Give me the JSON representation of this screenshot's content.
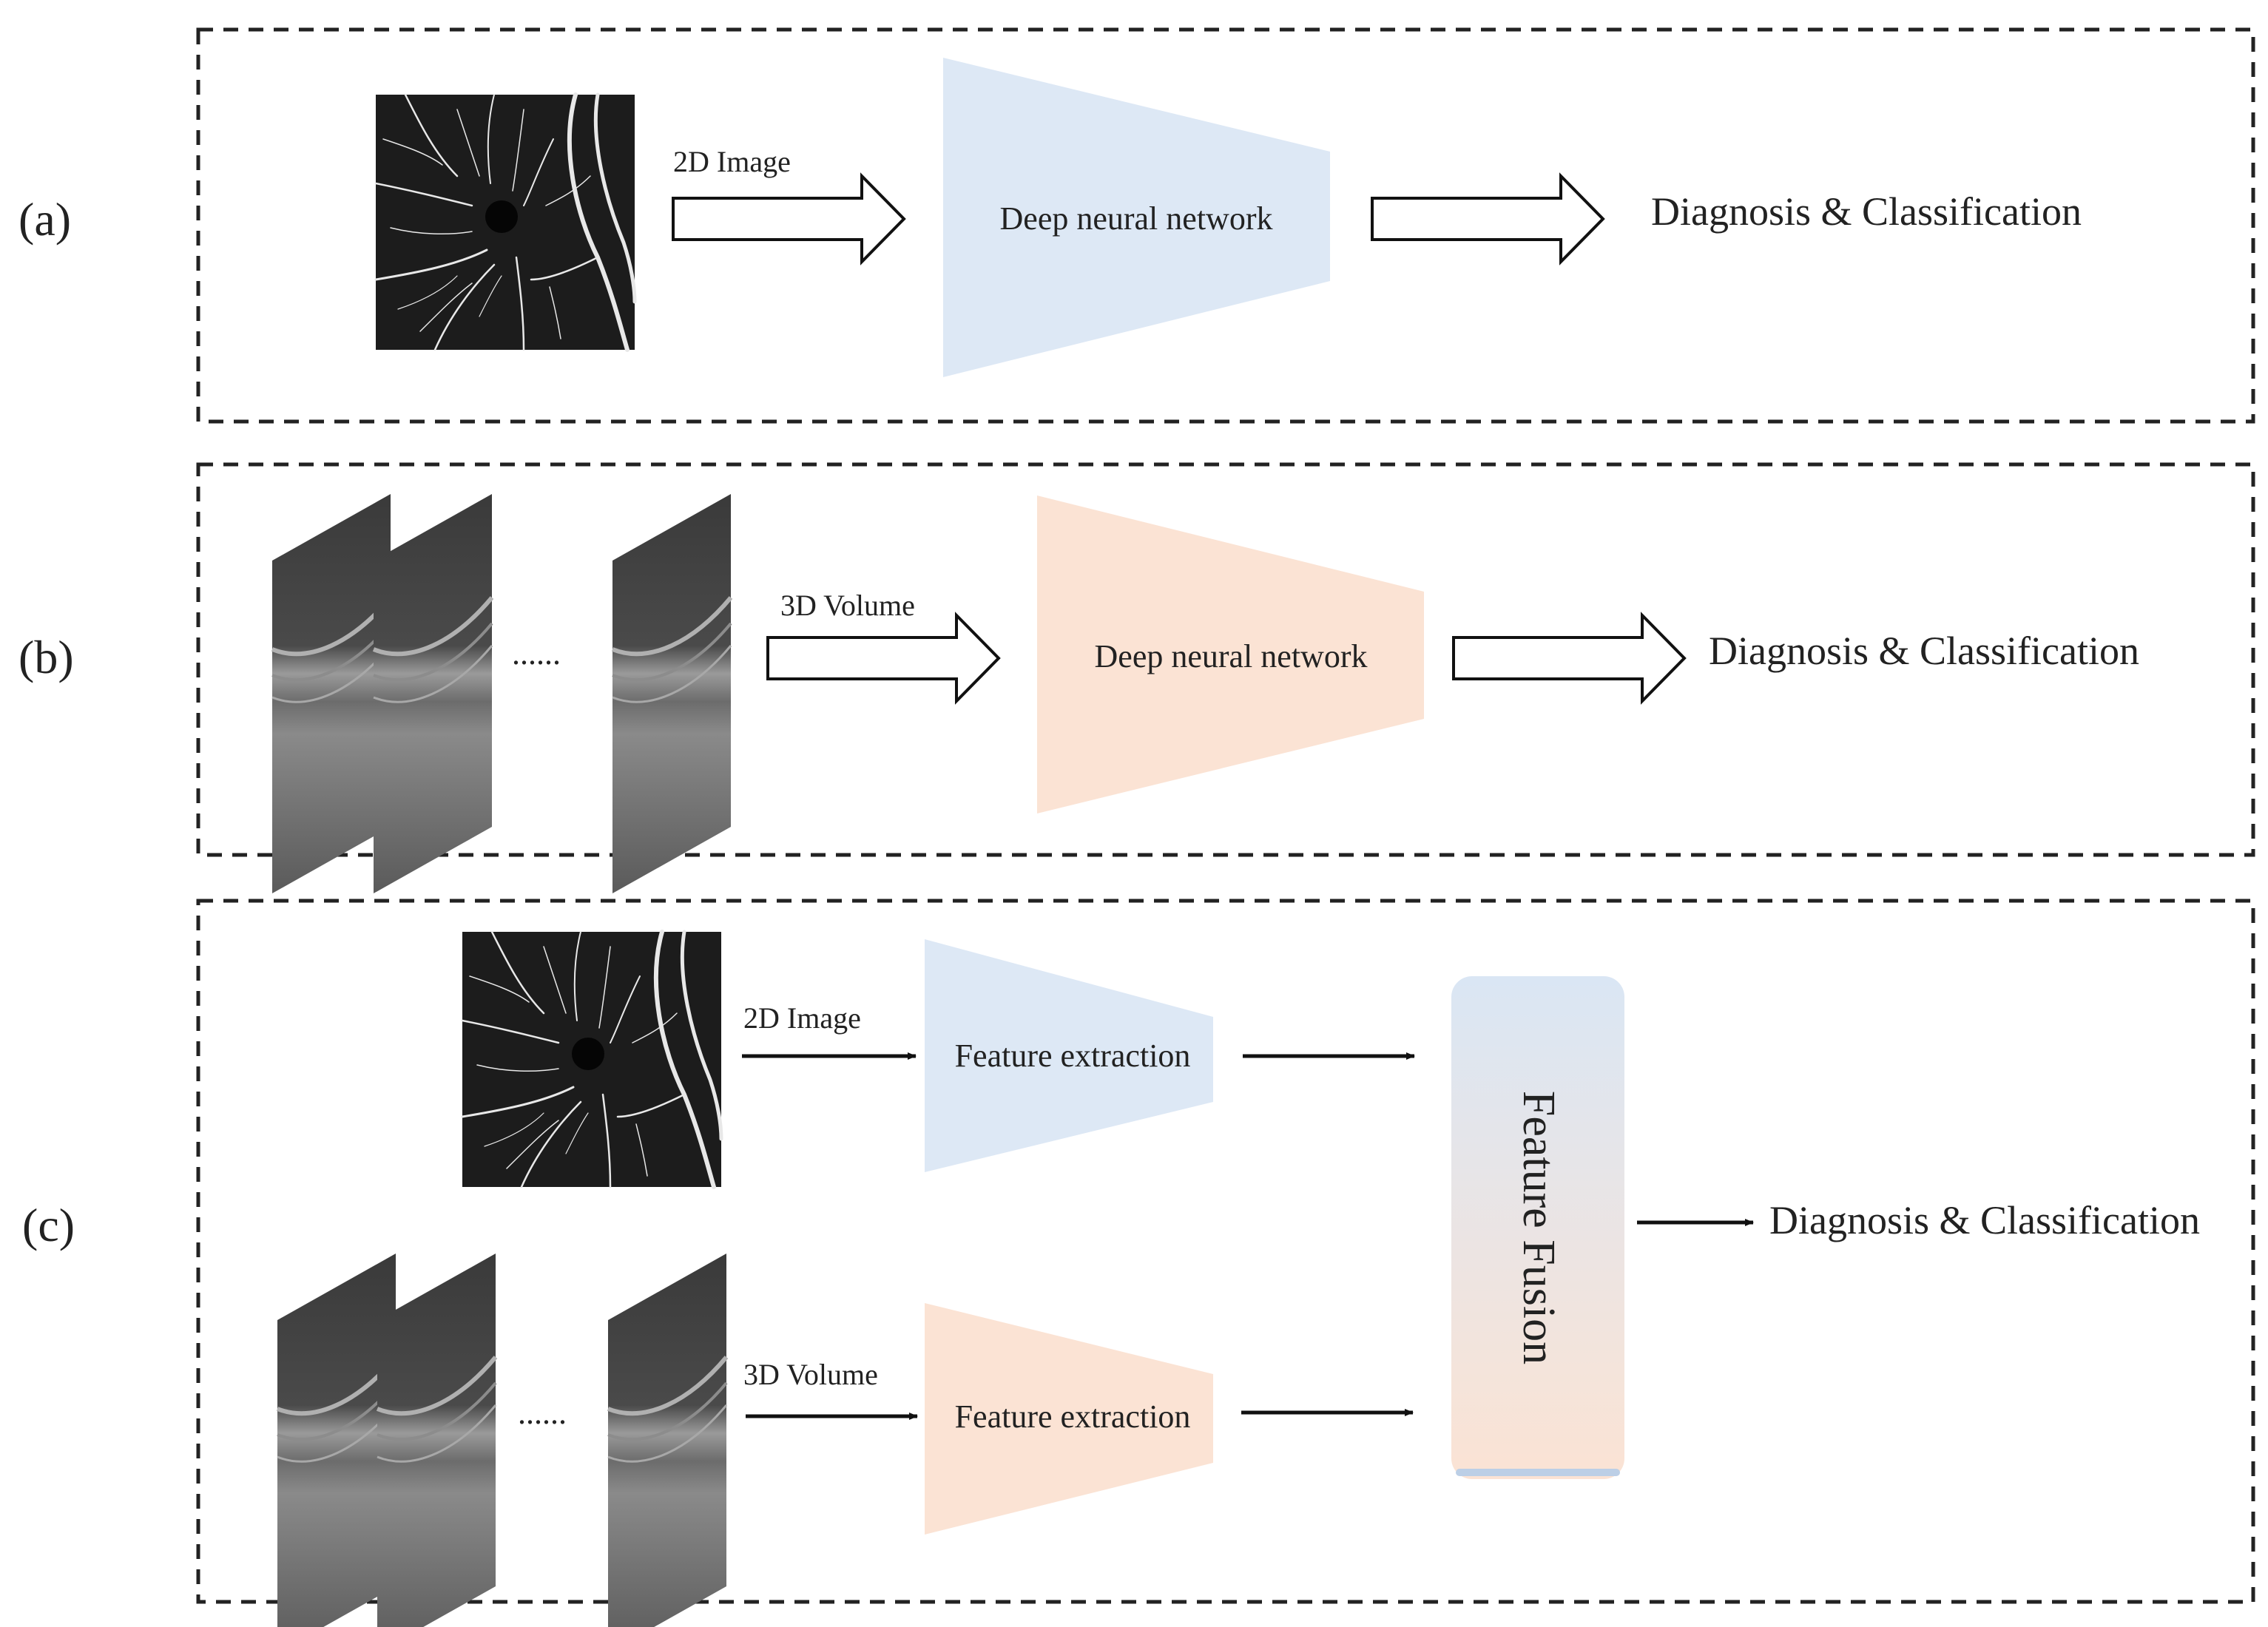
{
  "panels": {
    "a": {
      "label": "(a)",
      "arrow_label": "2D Image",
      "network_label": "Deep neural network",
      "output_label": "Diagnosis & Classification"
    },
    "b": {
      "label": "(b)",
      "ellipsis": "......",
      "arrow_label": "3D Volume",
      "network_label": "Deep neural network",
      "output_label": "Diagnosis & Classification"
    },
    "c": {
      "label": "(c)",
      "top_arrow_label": "2D Image",
      "top_extractor_label": "Feature extraction",
      "ellipsis": "......",
      "bottom_arrow_label": "3D Volume",
      "bottom_extractor_label": "Feature extraction",
      "fusion_label": "Feature Fusion",
      "output_label": "Diagnosis & Classification"
    }
  },
  "colors": {
    "blue_network": "#dde8f5",
    "orange_network": "#fbe3d4",
    "dashed_border": "#222222",
    "oct_image": "#5a5a5a",
    "oct_dark_top": "#3a3a3a",
    "angio_background": "#1c1c1c",
    "vessel": "#e8e8e8"
  }
}
